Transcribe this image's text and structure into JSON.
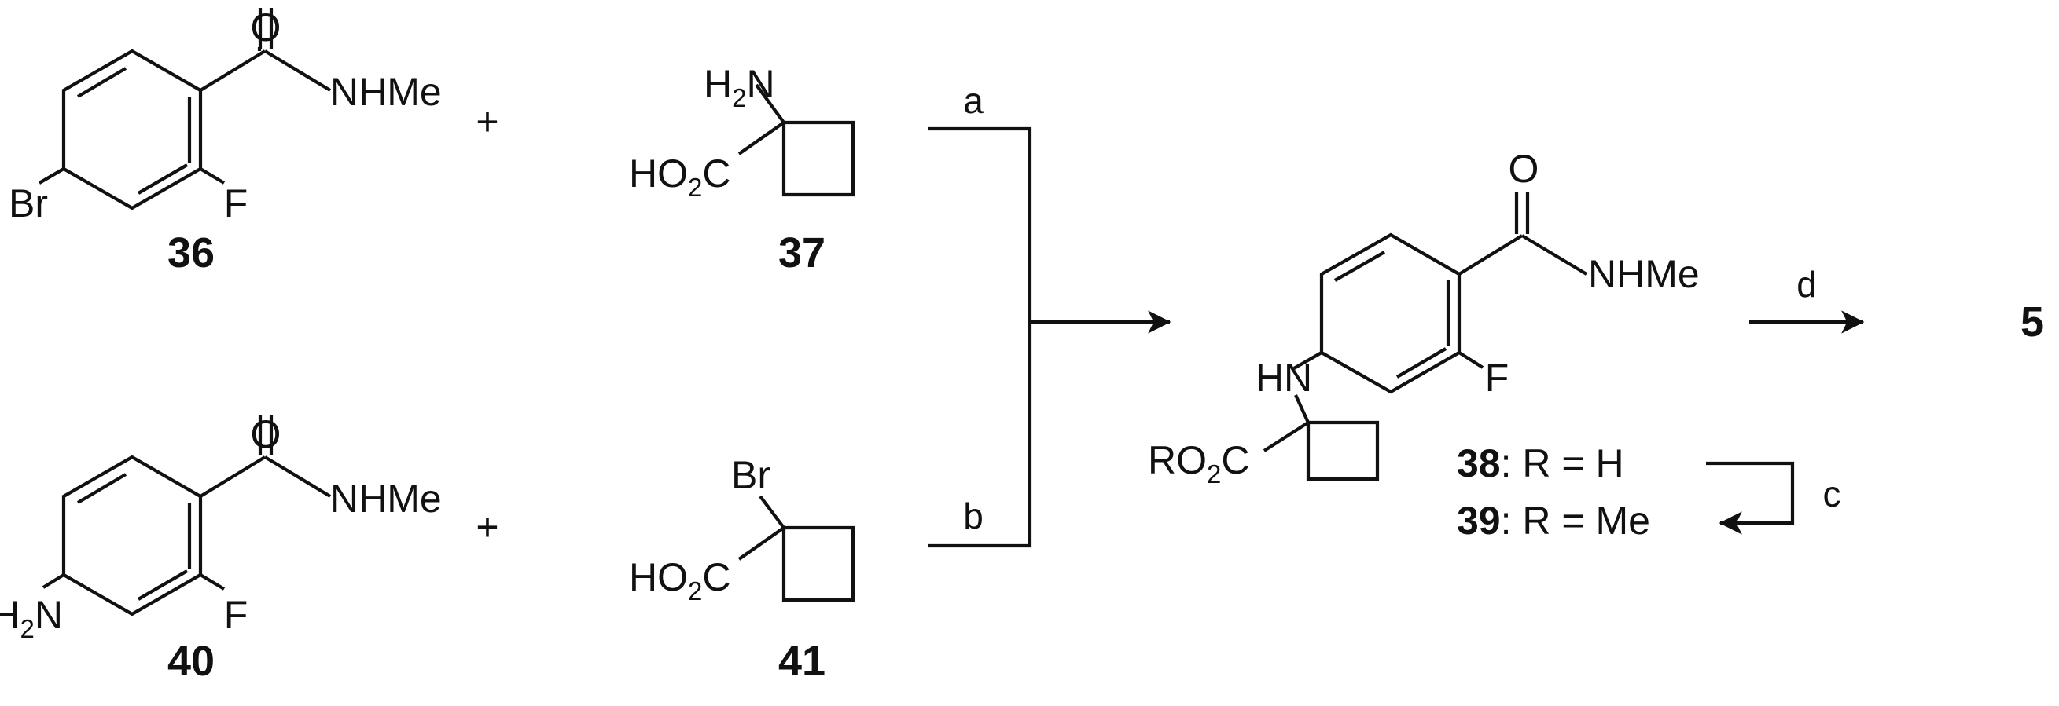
{
  "compounds": {
    "c36": {
      "number": "36",
      "amide_o": "O",
      "amide_n": "NHMe",
      "halogen": "Br",
      "fluoro": "F"
    },
    "c37": {
      "number": "37",
      "amine_h": "H",
      "amine_sub": "2",
      "amine_n": "N",
      "acid_left": "HO",
      "acid_sub": "2",
      "acid_c": "C"
    },
    "c40": {
      "number": "40",
      "amide_o": "O",
      "amide_n": "NHMe",
      "amine_h": "H",
      "amine_sub": "2",
      "amine_n": "N",
      "fluoro": "F"
    },
    "c41": {
      "number": "41",
      "halogen": "Br",
      "acid_left": "HO",
      "acid_sub": "2",
      "acid_c": "C"
    },
    "product": {
      "amide_o": "O",
      "amide_n": "NHMe",
      "linker": "HN",
      "fluoro": "F",
      "ester_left": "RO",
      "ester_sub": "2",
      "ester_c": "C",
      "variants": [
        {
          "number": "38",
          "sep": ": R = ",
          "r": "H"
        },
        {
          "number": "39",
          "sep": ": R = ",
          "r": "Me"
        }
      ]
    },
    "c5": {
      "number": "5"
    }
  },
  "operators": {
    "plus": "+"
  },
  "reagents": {
    "a": "a",
    "b": "b",
    "c": "c",
    "d": "d"
  }
}
